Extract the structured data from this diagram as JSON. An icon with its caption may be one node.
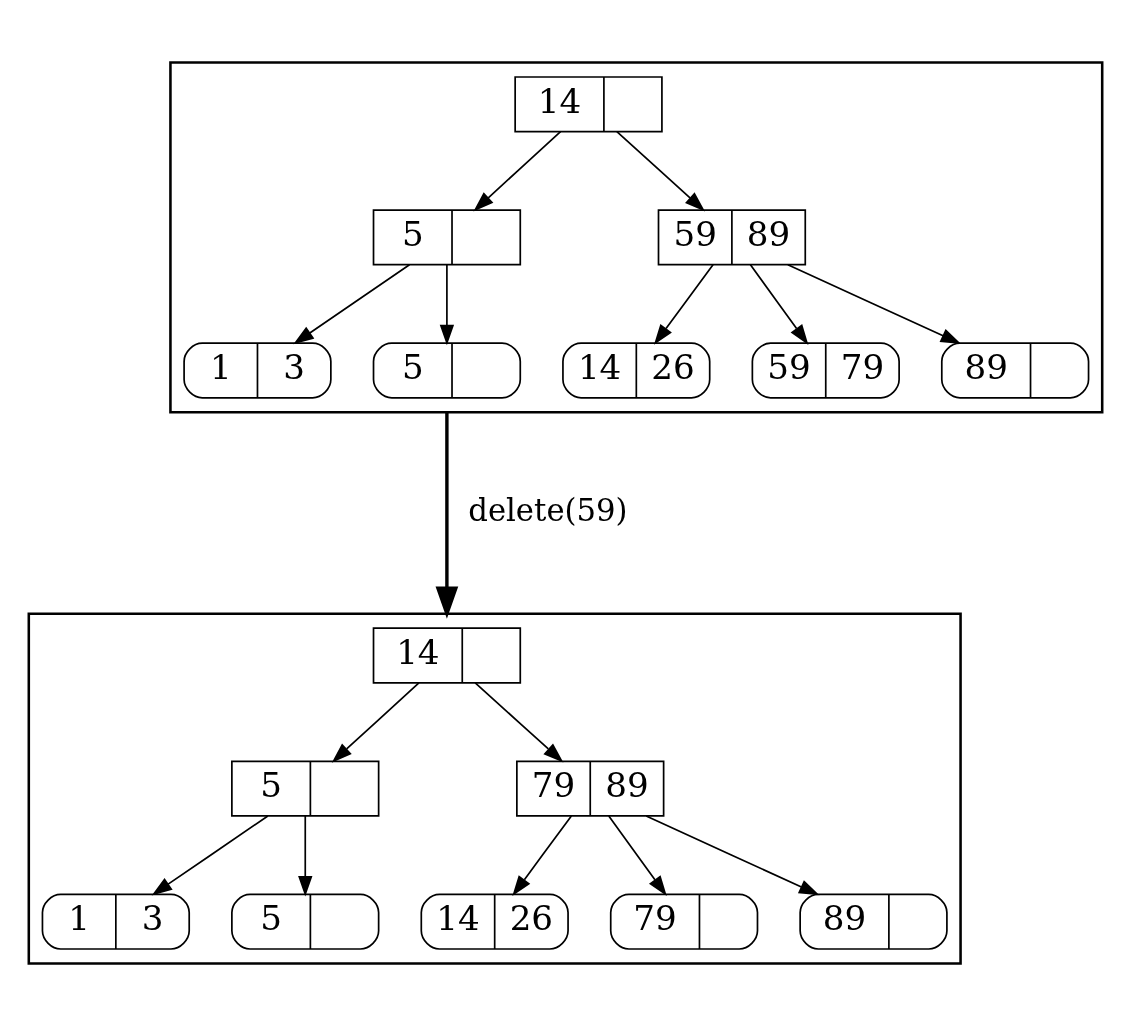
{
  "diagram": {
    "nodes": [
      {
        "text": [],
        "shape": "box"
      },
      {
        "text": [
          "14"
        ],
        "in": 0
      },
      {
        "text": [
          "5"
        ],
        "in": 0
      },
      {
        "text": [
          "59",
          "89"
        ],
        "in": 0
      },
      {
        "text": [
          "1",
          "3"
        ],
        "in": 0
      },
      {
        "text": [
          "5"
        ],
        "in": 0
      },
      {
        "text": [
          "14",
          "26"
        ],
        "in": 0
      },
      {
        "text": [
          "59",
          "79"
        ],
        "in": 0
      },
      {
        "text": [
          "89"
        ],
        "in": 0
      },
      {
        "text": [],
        "shape": "box"
      },
      {
        "text": [
          "14"
        ],
        "in": 9
      },
      {
        "text": [
          "5"
        ],
        "in": 9
      },
      {
        "text": [
          "79",
          "89"
        ],
        "in": 9
      },
      {
        "text": [
          "1",
          "3"
        ],
        "in": 9
      },
      {
        "text": [
          "5"
        ],
        "in": 9
      },
      {
        "text": [
          "14",
          "26"
        ],
        "in": 9
      },
      {
        "text": [
          "79"
        ],
        "in": 9
      },
      {
        "text": [
          "89"
        ],
        "in": 9
      }
    ],
    "edges": [
      {
        "from": 1,
        "to": 2,
        "arrow": "to"
      },
      {
        "from": 1,
        "to": 3,
        "arrow": "to"
      },
      {
        "from": 2,
        "to": 4,
        "arrow": "to"
      },
      {
        "from": 2,
        "to": 5,
        "arrow": "to"
      },
      {
        "from": 3,
        "to": 6,
        "arrow": "to"
      },
      {
        "from": 3,
        "to": 7,
        "arrow": "to"
      },
      {
        "from": 3,
        "to": 8,
        "arrow": "to"
      },
      {
        "from": 0,
        "to": 9,
        "arrow": "to",
        "label": "delete(59)",
        "style": "thick"
      },
      {
        "from": 10,
        "to": 11,
        "arrow": "to"
      },
      {
        "from": 10,
        "to": 12,
        "arrow": "to"
      },
      {
        "from": 11,
        "to": 13,
        "arrow": "to"
      },
      {
        "from": 11,
        "to": 14,
        "arrow": "to"
      },
      {
        "from": 12,
        "to": 15,
        "arrow": "to"
      },
      {
        "from": 12,
        "to": 16,
        "arrow": "to"
      },
      {
        "from": 12,
        "to": 17,
        "arrow": "to"
      }
    ]
  }
}
